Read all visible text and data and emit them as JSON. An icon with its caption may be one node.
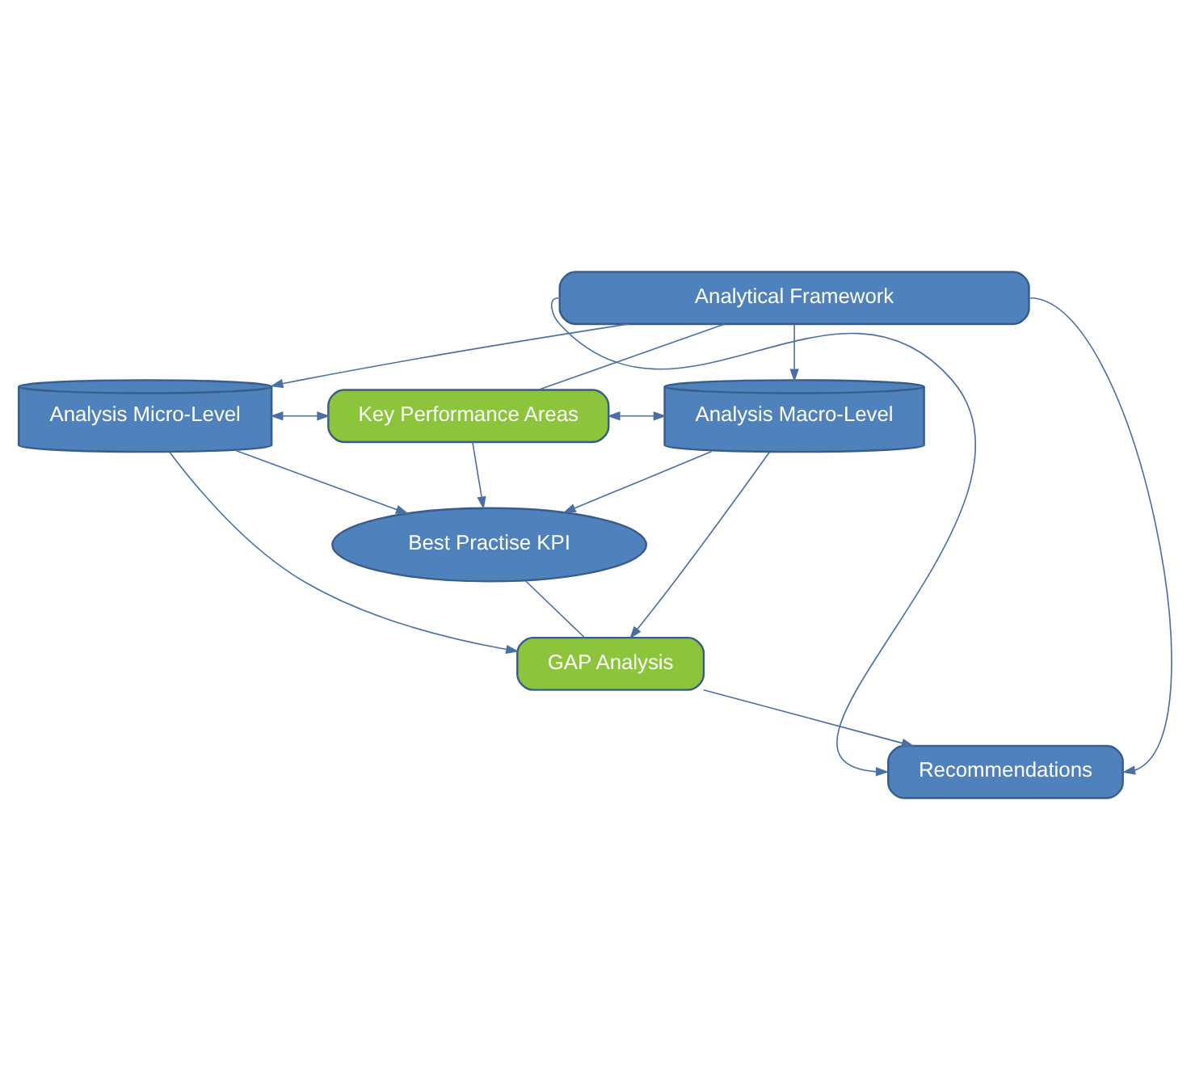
{
  "diagram": {
    "nodes": [
      {
        "text": [
          "Analytical Framework"
        ]
      },
      {
        "text": [
          "Analysis Macro-Level"
        ]
      },
      {
        "text": [
          "Key Performance Areas"
        ]
      },
      {
        "text": [
          "Analysis Micro-Level"
        ]
      },
      {
        "text": [
          "Best Practise KPI"
        ]
      },
      {
        "text": [
          "GAP Analysis"
        ]
      },
      {
        "text": [
          "Recommendations"
        ]
      }
    ],
    "edges": [
      {
        "from": 0,
        "to": 1,
        "arrow": "to"
      },
      {
        "from": 0,
        "to": 2,
        "arrow": "none"
      },
      {
        "from": 0,
        "to": 3,
        "arrow": "to"
      },
      {
        "from": 1,
        "to": 2,
        "arrow": "both"
      },
      {
        "from": 2,
        "to": 3,
        "arrow": "both"
      },
      {
        "from": 1,
        "to": 4,
        "arrow": "to"
      },
      {
        "from": 2,
        "to": 4,
        "arrow": "to"
      },
      {
        "from": 3,
        "to": 4,
        "arrow": "to"
      },
      {
        "from": 4,
        "to": 5,
        "arrow": "none"
      },
      {
        "from": 1,
        "to": 5,
        "arrow": "to"
      },
      {
        "from": 3,
        "to": 5,
        "arrow": "to"
      },
      {
        "from": 5,
        "to": 6,
        "arrow": "to"
      },
      {
        "from": 0,
        "to": 6,
        "arrow": "to"
      },
      {
        "from": 0,
        "to": 6,
        "arrow": "to"
      }
    ]
  }
}
